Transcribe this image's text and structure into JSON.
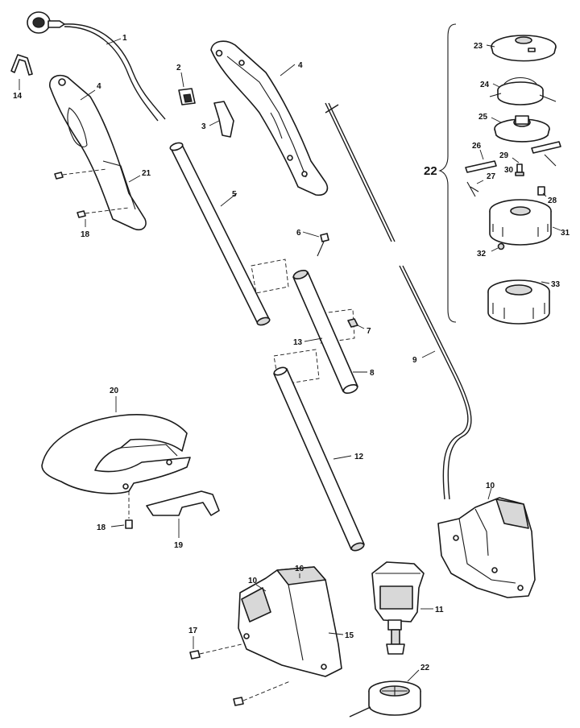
{
  "diagram": {
    "callouts": {
      "c1": "1",
      "c2": "2",
      "c3": "3",
      "c4a": "4",
      "c4b": "4",
      "c5": "5",
      "c6": "6",
      "c7": "7",
      "c8": "8",
      "c9": "9",
      "c10a": "10",
      "c10b": "10",
      "c11": "11",
      "c12": "12",
      "c13": "13",
      "c14": "14",
      "c15": "15",
      "c16": "16",
      "c17": "17",
      "c18a": "18",
      "c18b": "18",
      "c19": "19",
      "c20": "20",
      "c21": "21",
      "c22a": "22",
      "c22b": "22",
      "c23": "23",
      "c24": "24",
      "c25": "25",
      "c26": "26",
      "c27": "27",
      "c28": "28",
      "c29": "29",
      "c30": "30",
      "c31": "31",
      "c32": "32",
      "c33": "33"
    }
  }
}
